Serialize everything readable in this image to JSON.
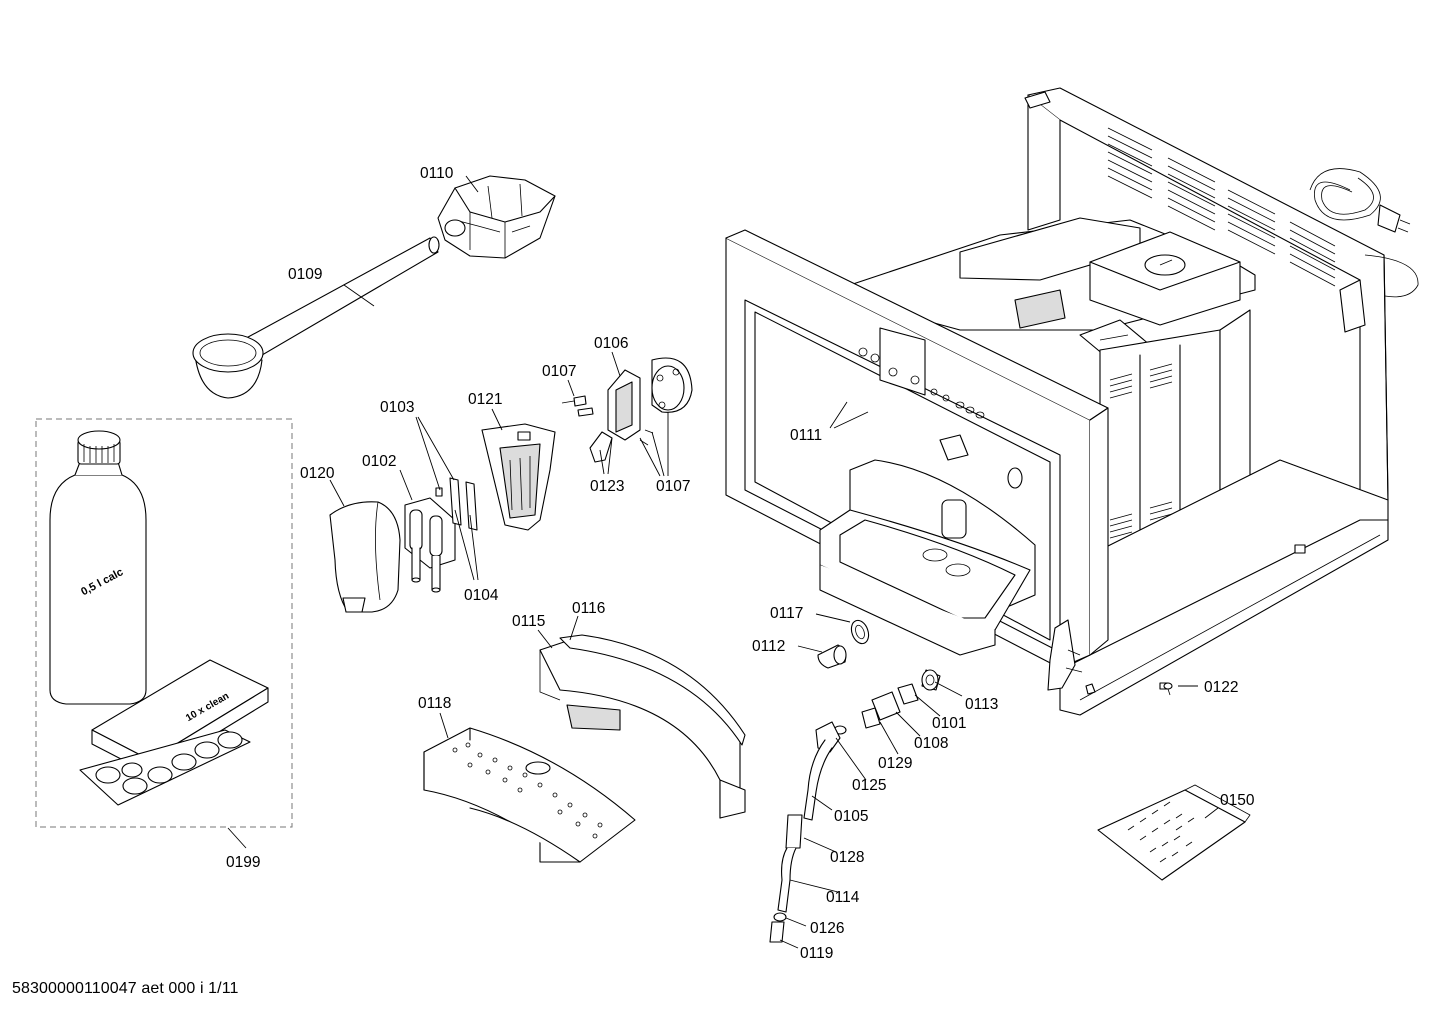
{
  "footer": {
    "document_id": "58300000110047 aet 000 i 1/11"
  },
  "product_labels": {
    "bottle": "0,5 l calc",
    "tablet_box": "10 x clean"
  },
  "labels": {
    "p0110": "0110",
    "p0109": "0109",
    "p0107a": "0107",
    "p0106": "0106",
    "p0103": "0103",
    "p0121": "0121",
    "p0120": "0120",
    "p0102": "0102",
    "p0123": "0123",
    "p0107b": "0107",
    "p0104": "0104",
    "p0111": "0111",
    "p0115": "0115",
    "p0116": "0116",
    "p0117": "0117",
    "p0112": "0112",
    "p0118": "0118",
    "p0113": "0113",
    "p0101": "0101",
    "p0108": "0108",
    "p0129": "0129",
    "p0125": "0125",
    "p0122": "0122",
    "p0105": "0105",
    "p0128": "0128",
    "p0114": "0114",
    "p0126": "0126",
    "p0119": "0119",
    "p0150": "0150",
    "p0199": "0199"
  }
}
